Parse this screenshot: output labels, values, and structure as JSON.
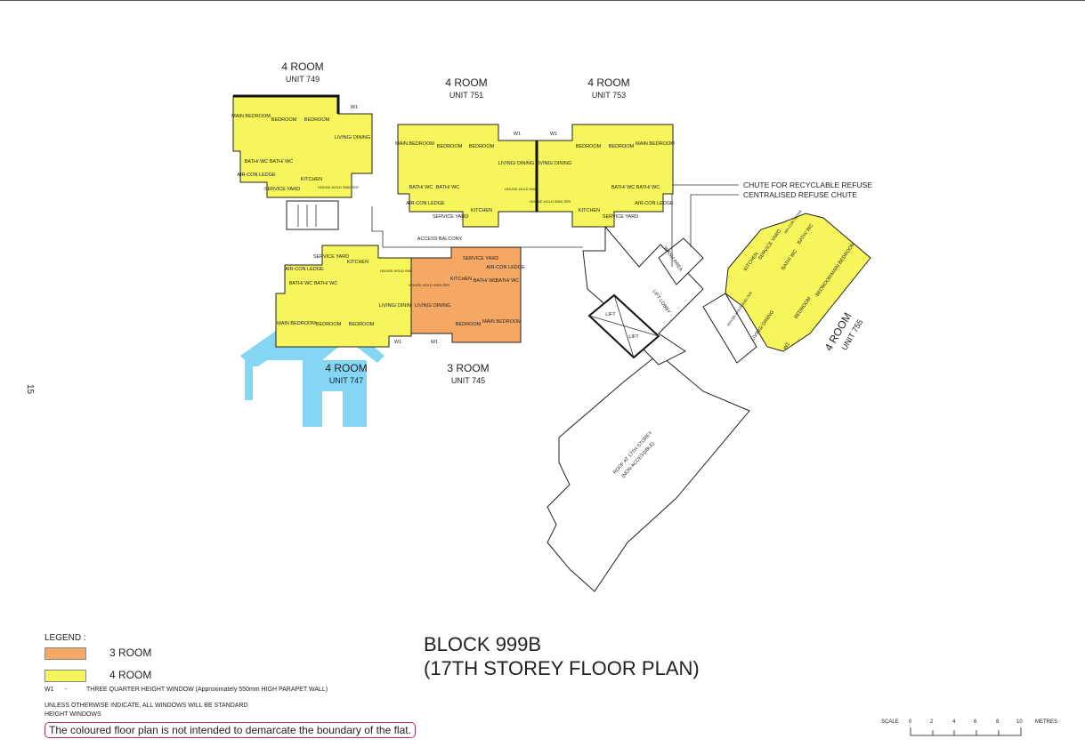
{
  "page_number": "15",
  "block": {
    "title": "BLOCK 999B",
    "subtitle": "(17TH STOREY FLOOR PLAN)"
  },
  "colors": {
    "three_room": "#f4a864",
    "four_room": "#f6f55c",
    "watermark": "#5bc8f0"
  },
  "units": [
    {
      "type": "4 ROOM",
      "unit": "UNIT 749"
    },
    {
      "type": "4 ROOM",
      "unit": "UNIT 751"
    },
    {
      "type": "4 ROOM",
      "unit": "UNIT 753"
    },
    {
      "type": "4 ROOM",
      "unit": "UNIT 747"
    },
    {
      "type": "3 ROOM",
      "unit": "UNIT 745"
    },
    {
      "type": "4 ROOM",
      "unit": "UNIT 755"
    }
  ],
  "rooms": {
    "main_bedroom": "MAIN BEDROOM",
    "bedroom": "BEDROOM",
    "living_dining": "LIVING/ DINING",
    "bath_wc": "BATH/ WC",
    "aircon_ledge": "AIR-CON LEDGE",
    "service_yard": "SERVICE YARD",
    "kitchen": "KITCHEN",
    "household_shelter": "HOUSE-HOLD SHELTER",
    "w1": "W1"
  },
  "common": {
    "access_balcony": "ACCESS BALCONY",
    "lift_lobby": "LIFT LOBBY",
    "wash_area": "WASH AREA",
    "lift": "LIFT",
    "roof": "ROOF AT 17TH STOREY",
    "roof_note": "(NON-ACCESSIBLE)",
    "chute_recyclable": "CHUTE FOR RECYCLABLE REFUSE",
    "chute_central": "CENTRALISED REFUSE CHUTE"
  },
  "legend": {
    "title": "LEGEND :",
    "items": [
      {
        "label": "3 ROOM"
      },
      {
        "label": "4 ROOM"
      }
    ],
    "w1_key": "W1",
    "w1_dash": "-",
    "w1_desc": "THREE QUARTER HEIGHT WINDOW (Approximately 550mm HIGH PARAPET WALL)",
    "note_line1": "UNLESS OTHERWISE INDICATE, ALL WINDOWS WILL BE STANDARD",
    "note_line2": "HEIGHT WINDOWS",
    "disclaimer": "The coloured floor plan is not intended to demarcate the boundary of the flat."
  },
  "scale": {
    "label": "SCALE",
    "ticks": [
      "0",
      "2",
      "4",
      "6",
      "8",
      "10"
    ],
    "unit": "METRES"
  }
}
